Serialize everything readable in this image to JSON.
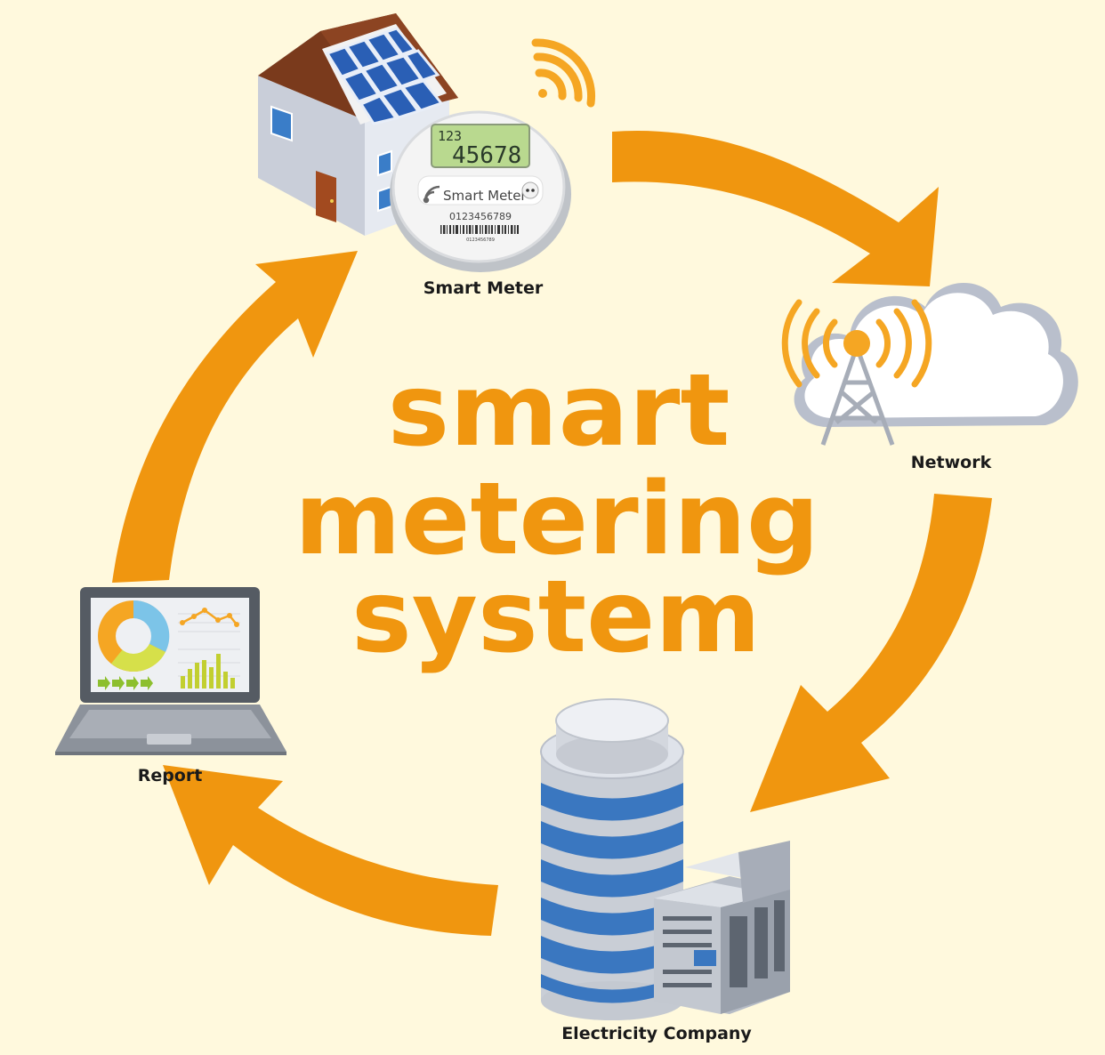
{
  "title": {
    "line1": "smart",
    "line2": "metering",
    "line3": "system"
  },
  "nodes": {
    "smart_meter": {
      "label": "Smart Meter",
      "lcd_top": "123",
      "lcd_main": "45678",
      "brand": "Smart Meter",
      "serial": "0123456789",
      "barcode_text": "0123456789"
    },
    "network": {
      "label": "Network"
    },
    "electricity_company": {
      "label": "Electricity Company"
    },
    "report": {
      "label": "Report"
    }
  },
  "colors": {
    "background": "#fff9dd",
    "accent_orange": "#f0960f",
    "house_wall": "#dfe4ee",
    "roof": "#7a3a1c",
    "solar_panel": "#2a5fb5",
    "server_blue": "#3a77c0",
    "lcd_green": "#b9d98f"
  }
}
